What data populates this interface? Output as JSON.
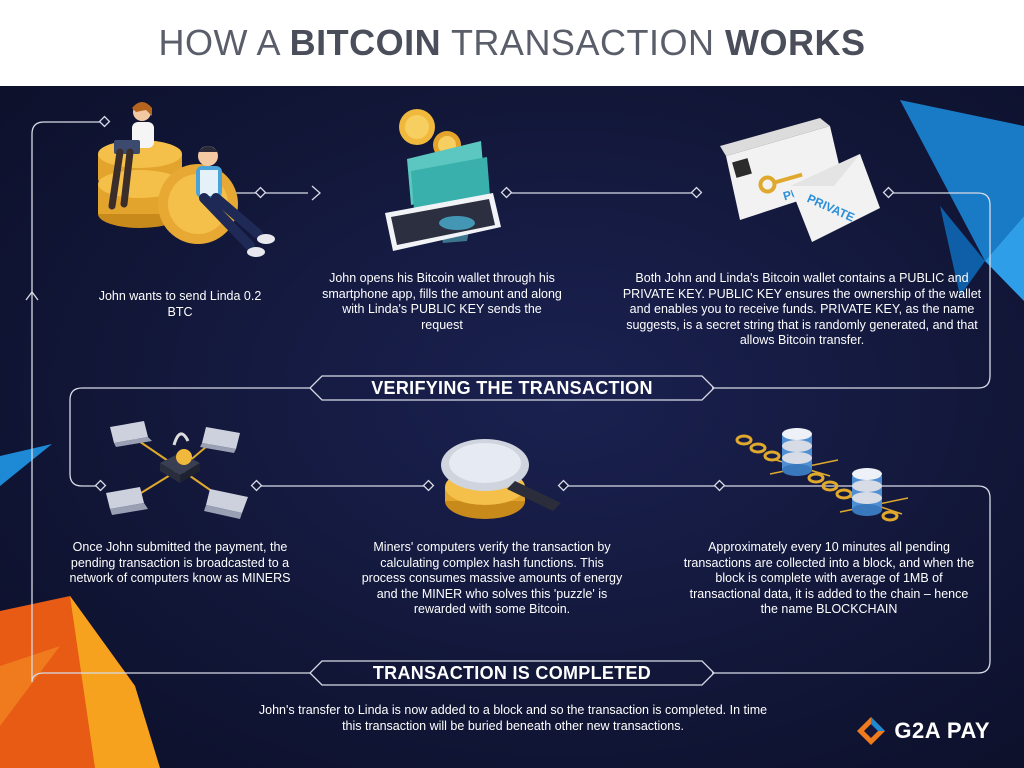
{
  "title": {
    "prefix": "HOW A",
    "bold1": "BITCOIN",
    "middle": "TRANSACTION",
    "bold2": "WORKS"
  },
  "steps": [
    {
      "text": "John wants to send Linda 0.2 BTC"
    },
    {
      "text": "John opens his Bitcoin wallet through his smartphone app, fills the amount and along with Linda's PUBLIC KEY sends the request"
    },
    {
      "text": "Both John and Linda's Bitcoin wallet contains a PUBLIC and PRIVATE KEY. PUBLIC KEY ensures the ownership of the wallet and enables you to receive funds. PRIVATE KEY, as the name suggests, is a secret string that is randomly generated, and that allows Bitcoin transfer."
    },
    {
      "text": "Once John submitted the payment, the pending transaction is broadcasted to a network of computers know as MINERS"
    },
    {
      "text": "Miners' computers verify the transaction by calculating complex hash functions. This process consumes massive amounts of energy and the MINER who solves this 'puzzle' is rewarded with some Bitcoin."
    },
    {
      "text": "Approximately every 10 minutes all pending transactions are collected into a block, and when the block is complete with average of 1MB of transactional data, it is added to the chain – hence the name BLOCKCHAIN"
    }
  ],
  "banners": {
    "verifying": "VERIFYING THE TRANSACTION",
    "completed": "TRANSACTION IS COMPLETED"
  },
  "footer": {
    "text": "John's transfer to Linda is now added to a block and so the transaction is completed. In time this transaction will be buried beneath other new transactions."
  },
  "illustration_labels": {
    "public": "PUBLIC",
    "private": "PRIVATE"
  },
  "brand": {
    "name": "G2A PAY"
  },
  "colors": {
    "background": "#121739",
    "header": "#ffffff",
    "title": "#5a5d6a",
    "text": "#ffffff",
    "gold": "#f0b83c",
    "blue": "#1e8ad6",
    "orange": "#f07a1e"
  }
}
